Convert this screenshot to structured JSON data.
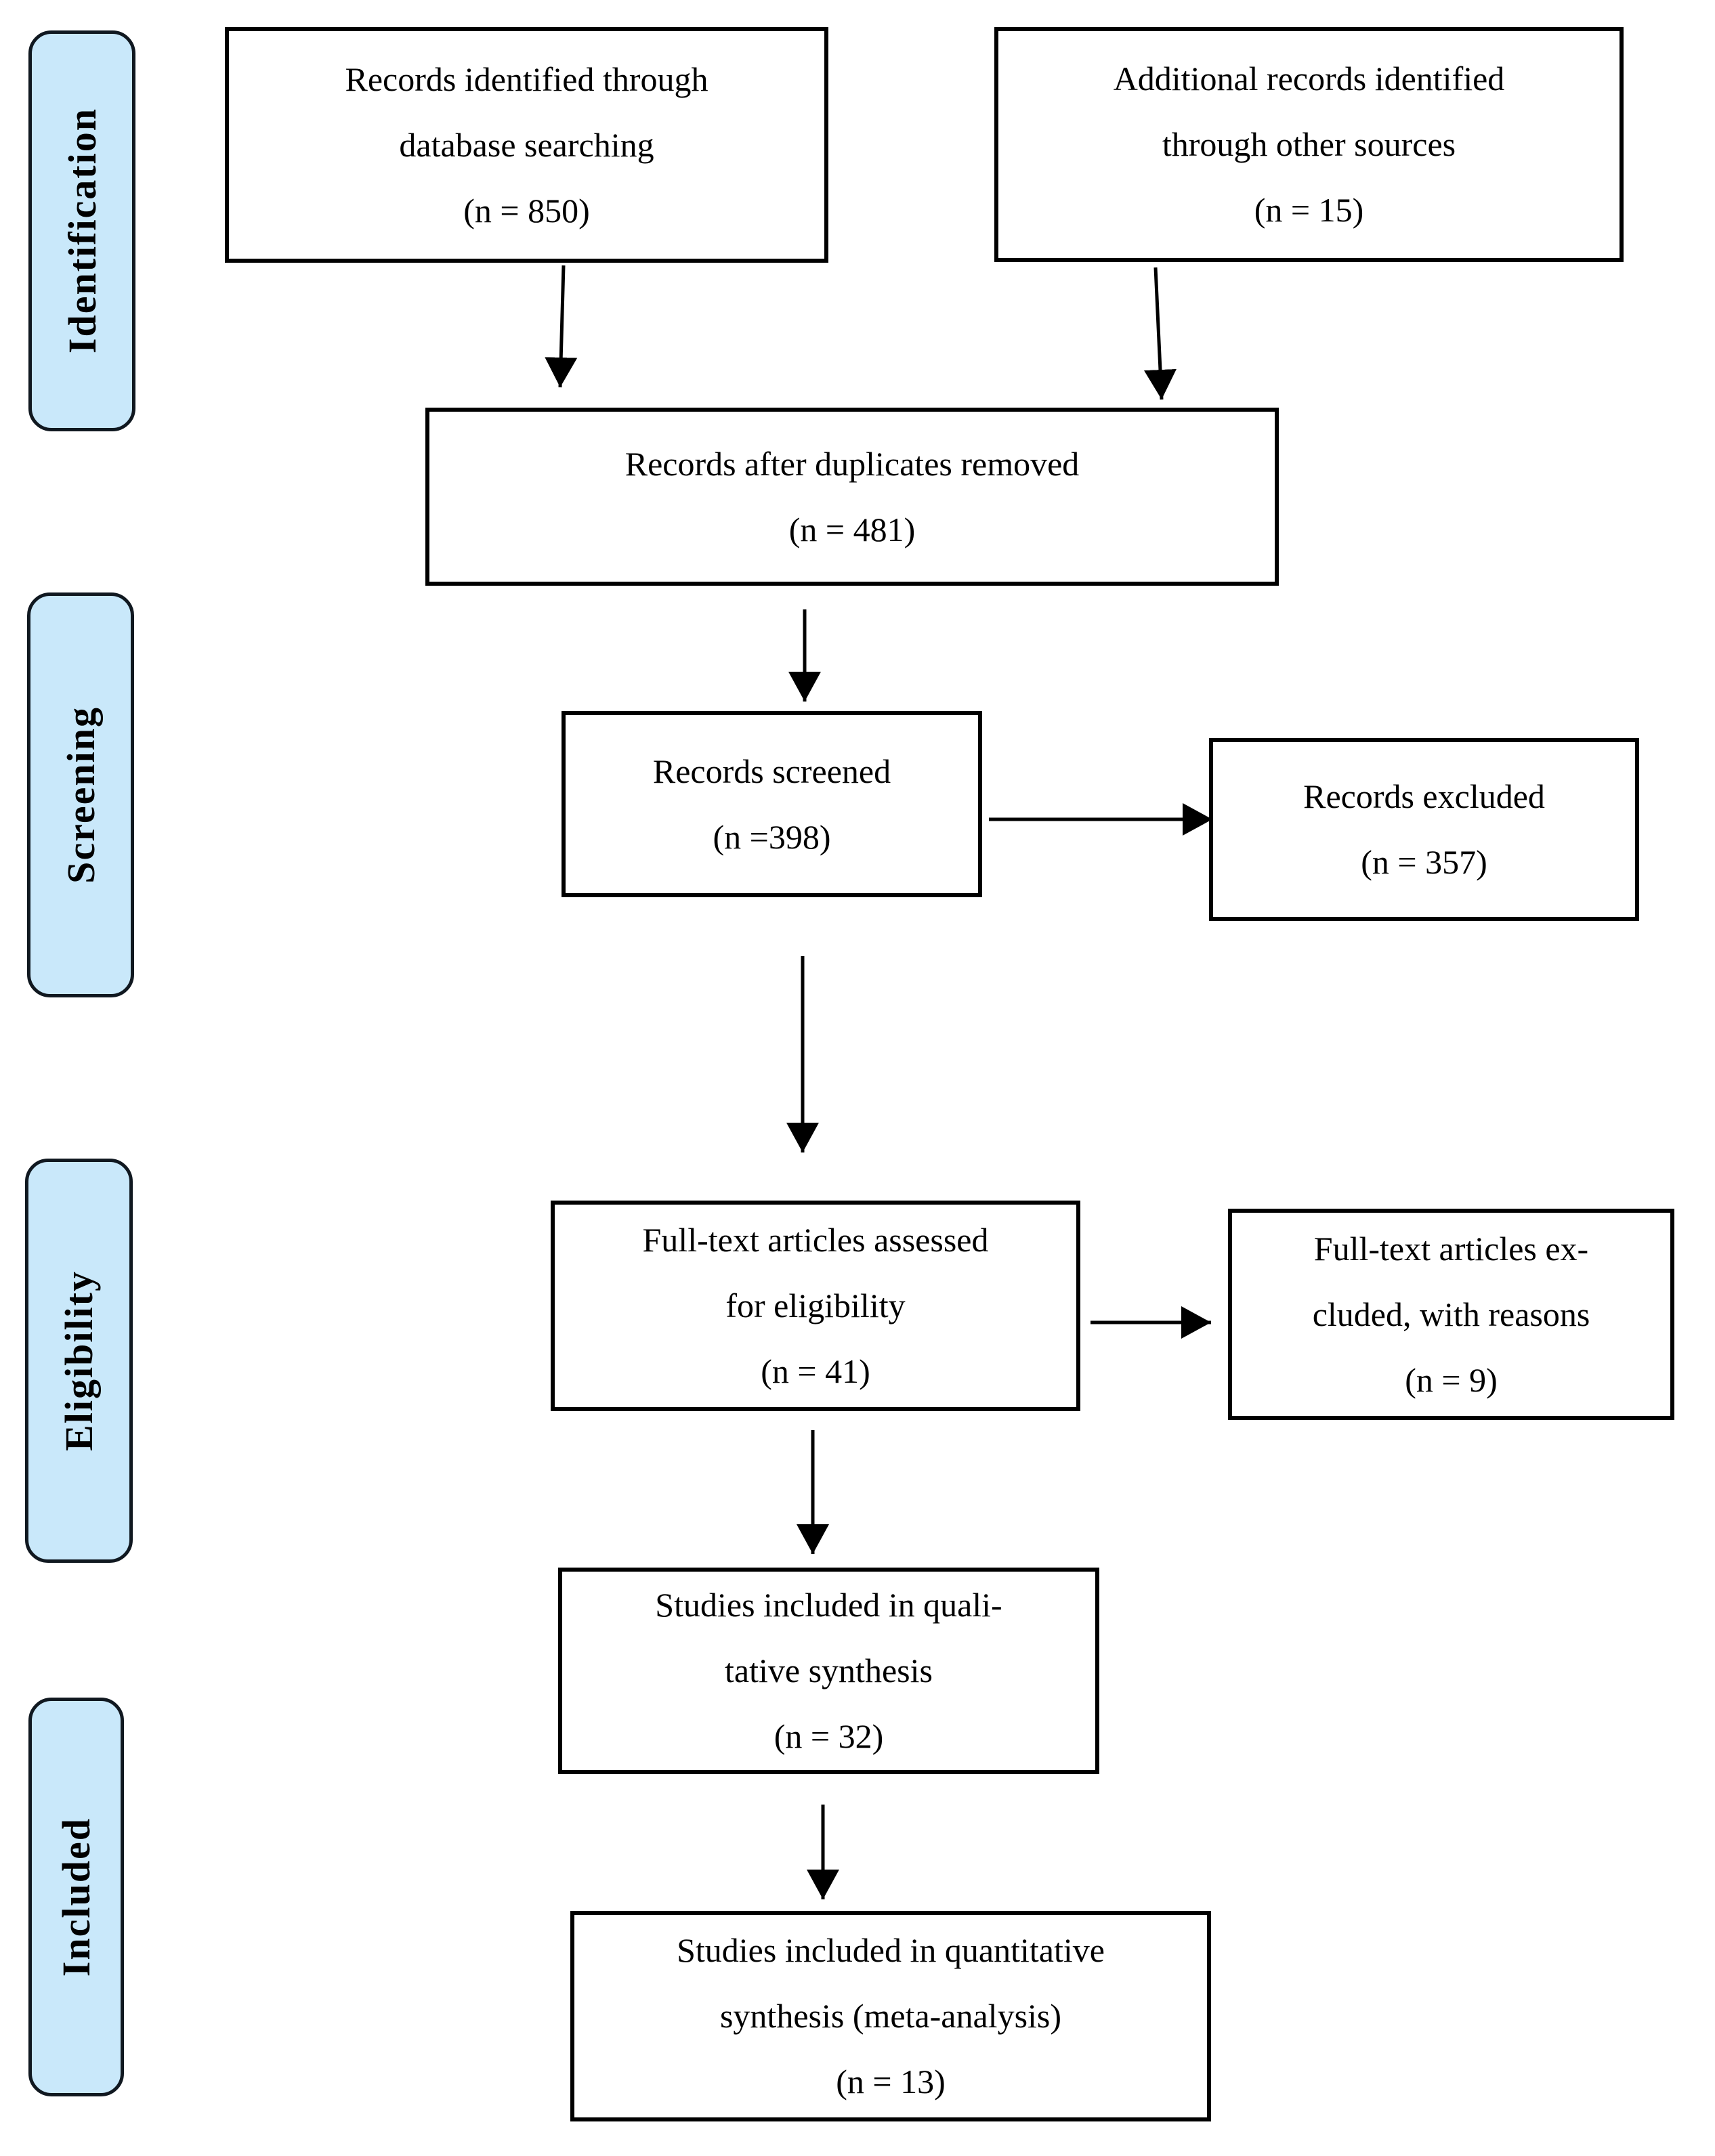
{
  "diagram": {
    "type": "prisma-flow",
    "colors": {
      "stage_fill": "#c9e8fa",
      "stage_border": "#101820",
      "box_border": "#000000",
      "arrow": "#000000",
      "background": "#ffffff",
      "text": "#000000"
    },
    "stages": [
      {
        "label": "Identification"
      },
      {
        "label": "Screening"
      },
      {
        "label": "Eligibility"
      },
      {
        "label": "Included"
      }
    ],
    "boxes": {
      "records_identified": {
        "lines": [
          "Records identified through",
          "database searching",
          "(n = 850)"
        ]
      },
      "additional_records": {
        "lines": [
          "Additional records identified",
          "through other sources",
          "(n = 15)"
        ]
      },
      "after_duplicates": {
        "lines": [
          "Records after duplicates removed",
          "(n = 481)"
        ]
      },
      "records_screened": {
        "lines": [
          "Records screened",
          "(n =398)"
        ]
      },
      "records_excluded": {
        "lines": [
          "Records excluded",
          "(n = 357)"
        ]
      },
      "fulltext_assessed": {
        "lines": [
          "Full-text articles assessed",
          "for eligibility",
          "(n = 41)"
        ]
      },
      "fulltext_excluded": {
        "lines": [
          "Full-text articles ex-",
          "cluded, with reasons",
          "(n = 9)"
        ]
      },
      "qualitative": {
        "lines": [
          "Studies included in quali-",
          "tative synthesis",
          "(n = 32)"
        ]
      },
      "quantitative": {
        "lines": [
          "Studies included in quantitative",
          "synthesis (meta-analysis)",
          "(n = 13)"
        ]
      }
    }
  }
}
